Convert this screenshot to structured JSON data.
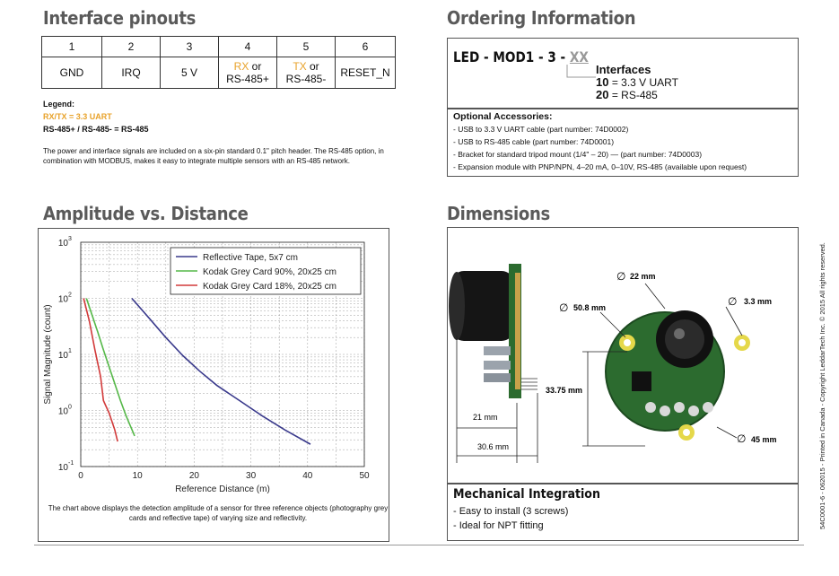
{
  "pinouts": {
    "title": "Interface pinouts",
    "numbers": [
      "1",
      "2",
      "3",
      "4",
      "5",
      "6"
    ],
    "gnd": "GND",
    "irq": "IRQ",
    "v5": "5 V",
    "p4_a": "RX",
    "p4_or": "or",
    "p4_b": "RS-485+",
    "p5_a": "TX",
    "p5_or": "or",
    "p5_b": "RS-485-",
    "reset": "RESET_N"
  },
  "legend": {
    "title": "Legend:",
    "line1": "RX/TX = 3.3 UART",
    "line2": "RS-485+ / RS-485- = RS-485"
  },
  "description": "The power and interface signals are included on a six-pin standard 0.1\" pitch header. The RS-485 option, in combination with MODBUS, makes it easy to integrate multiple sensors with an RS-485 network.",
  "ordering": {
    "title": "Ordering Information",
    "code": "LED - MOD1 - 3 - ",
    "code_xx": "XX",
    "interfaces_label": "Interfaces",
    "opt1_num": "10",
    "opt1_text": "= 3.3 V UART",
    "opt2_num": "20",
    "opt2_text": "= RS-485",
    "accessories_title": "Optional Accessories:",
    "accessories": [
      "- USB to 3.3 V UART cable (part number: 74D0002)",
      "- USB to RS-485 cable (part number: 74D0001)",
      "- Bracket for standard tripod mount (1/4\" – 20) —  (part number: 74D0003)",
      "- Expansion module with PNP/NPN, 4–20 mA, 0–10V, RS-485 (available upon request)"
    ]
  },
  "amplitude": {
    "title": "Amplitude vs. Distance",
    "caption": "The chart above displays the detection amplitude of a sensor for three reference objects (photography grey cards and reflective tape) of varying size and reflectivity."
  },
  "chart_data": {
    "type": "line",
    "title": "",
    "xlabel": "Reference Distance (m)",
    "ylabel": "Signal Magnitude (count)",
    "xlim": [
      0,
      50
    ],
    "ylim": [
      0.1,
      1000
    ],
    "yscale": "log",
    "xticks": [
      "0",
      "10",
      "20",
      "30",
      "40",
      "50"
    ],
    "yticks_base": [
      "10",
      "10",
      "10",
      "10",
      "10"
    ],
    "yticks_exp": [
      "3",
      "2",
      "1",
      "0",
      "-1"
    ],
    "grid": true,
    "legend_position": "top-right",
    "series": [
      {
        "name": "Reflective Tape, 5x7 cm",
        "color": "#3a3a8c",
        "x": [
          9,
          12,
          15,
          18,
          21,
          24,
          28,
          32,
          36,
          40.5
        ],
        "y": [
          100,
          45,
          20,
          9.5,
          5,
          2.8,
          1.5,
          0.8,
          0.45,
          0.25
        ]
      },
      {
        "name": "Kodak Grey Card 90%, 20x25 cm",
        "color": "#55b848",
        "x": [
          1,
          2,
          3,
          4,
          5,
          6,
          7,
          8,
          9.5
        ],
        "y": [
          100,
          50,
          25,
          12,
          6,
          3,
          1.5,
          0.8,
          0.35
        ]
      },
      {
        "name": "Kodak Grey Card 18%, 20x25 cm",
        "color": "#d23a3a",
        "x": [
          0.5,
          1.5,
          2.5,
          3.5,
          4,
          5,
          6,
          6.5
        ],
        "y": [
          100,
          40,
          12,
          4,
          1.5,
          0.9,
          0.45,
          0.28
        ]
      }
    ]
  },
  "dimensions": {
    "title": "Dimensions",
    "d22": "22 mm",
    "d50": "50.8 mm",
    "d33": "3.3 mm",
    "h3375": "33.75 mm",
    "w21": "21 mm",
    "w306": "30.6 mm",
    "d45": "45 mm",
    "diam": "∅",
    "mech_title": "Mechanical Integration",
    "mech_items": [
      "- Easy to install (3 screws)",
      "- Ideal for NPT fitting"
    ]
  },
  "side_text": "54C0001-6 - 062015 - Printed in Canada - Copyright LeddarTech Inc. © 2015 All rights reserved.",
  "colors": {
    "accent": "#e8a22a",
    "heading": "#5a5a5a",
    "pcb": "#2c6b2f"
  }
}
